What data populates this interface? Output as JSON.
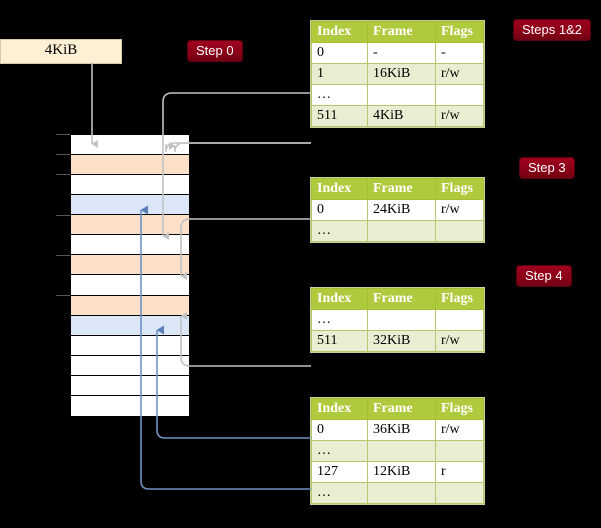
{
  "diagram": {
    "title_labels": {
      "step0": "Step 0",
      "steps12": "Steps 1&2",
      "step3": "Step 3",
      "step4": "Step 4"
    },
    "source_box": {
      "label": "4KiB"
    },
    "colors": {
      "table_header_bg": "#afca3c",
      "table_alt_row_bg": "#e9eed2",
      "table_highlight_bg": "#fbf59b",
      "step_label_bg": "#8b0017",
      "source_box_bg": "#fdf0d5",
      "memory_orange": "#fce0c8",
      "memory_blue": "#dbe7f7",
      "gray_arrow": "#bdbdbd",
      "blue_arrow": "#6f92c4",
      "background": "#000000"
    },
    "tables": [
      {
        "name": "pml4-table",
        "headers": [
          "Index",
          "Frame",
          "Flags"
        ],
        "rows": [
          {
            "style": "plain",
            "cells": [
              "0",
              "-",
              "-"
            ]
          },
          {
            "style": "alt",
            "cells": [
              "1",
              "16KiB",
              "r/w"
            ]
          },
          {
            "style": "plain",
            "cells": [
              "…",
              "",
              ""
            ]
          },
          {
            "style": "alt",
            "highlight": true,
            "cells": [
              "511",
              "4KiB",
              "r/w"
            ]
          }
        ]
      },
      {
        "name": "pdp-table",
        "headers": [
          "Index",
          "Frame",
          "Flags"
        ],
        "rows": [
          {
            "style": "plain",
            "cells": [
              "0",
              "24KiB",
              "r/w"
            ]
          },
          {
            "style": "alt",
            "cells": [
              "…",
              "",
              ""
            ]
          }
        ]
      },
      {
        "name": "pd-table",
        "headers": [
          "Index",
          "Frame",
          "Flags"
        ],
        "rows": [
          {
            "style": "plain",
            "cells": [
              "…",
              "",
              ""
            ]
          },
          {
            "style": "alt",
            "cells": [
              "511",
              "32KiB",
              "r/w"
            ]
          }
        ]
      },
      {
        "name": "pt-table",
        "headers": [
          "Index",
          "Frame",
          "Flags"
        ],
        "rows": [
          {
            "style": "plain",
            "cells": [
              "0",
              "36KiB",
              "r/w"
            ]
          },
          {
            "style": "alt",
            "cells": [
              "…",
              "",
              ""
            ]
          },
          {
            "style": "plain",
            "cells": [
              "127",
              "12KiB",
              "r"
            ]
          },
          {
            "style": "alt",
            "cells": [
              "…",
              "",
              ""
            ]
          }
        ]
      }
    ],
    "memory_block": {
      "name": "physical-memory-column",
      "rows": [
        {
          "fill": "white"
        },
        {
          "fill": "orange"
        },
        {
          "fill": "white"
        },
        {
          "fill": "blue"
        },
        {
          "fill": "orange"
        },
        {
          "fill": "white"
        },
        {
          "fill": "orange"
        },
        {
          "fill": "white"
        },
        {
          "fill": "orange"
        },
        {
          "fill": "blue"
        },
        {
          "fill": "white"
        },
        {
          "fill": "white"
        },
        {
          "fill": "white"
        },
        {
          "fill": "white"
        }
      ]
    }
  }
}
